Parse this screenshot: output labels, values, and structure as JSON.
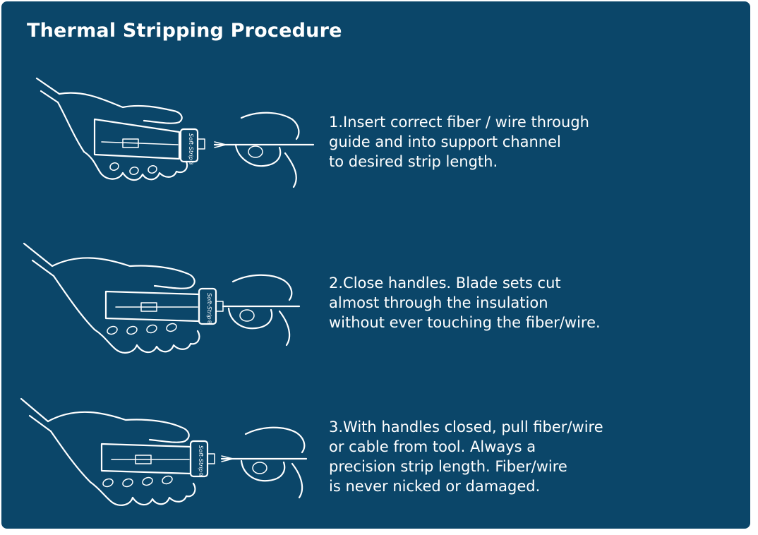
{
  "title": "Thermal Stripping Procedure",
  "illustration": {
    "brand": "Soft-Strip®"
  },
  "steps": [
    {
      "lines": [
        "1.Insert correct fiber / wire through",
        "guide and into support channel",
        "to desired strip length."
      ]
    },
    {
      "lines": [
        "2.Close handles. Blade sets cut",
        "almost through the insulation",
        "without ever touching the fiber/wire."
      ]
    },
    {
      "lines": [
        "3.With handles closed, pull fiber/wire",
        "or cable from tool. Always a",
        "precision strip length. Fiber/wire",
        "is never nicked or damaged."
      ]
    }
  ]
}
